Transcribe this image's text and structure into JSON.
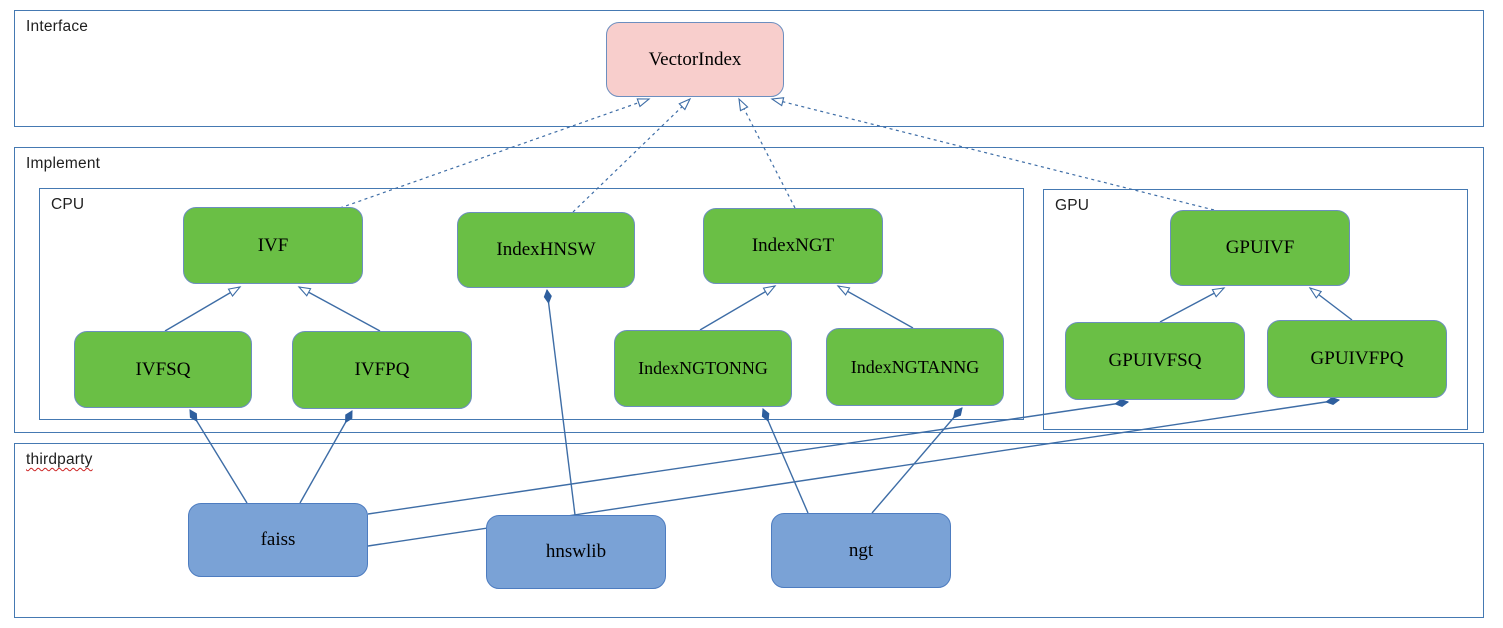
{
  "diagram": {
    "containers": {
      "interface": {
        "label": "Interface"
      },
      "implement": {
        "label": "Implement"
      },
      "cpu": {
        "label": "CPU"
      },
      "gpu": {
        "label": "GPU"
      },
      "thirdparty": {
        "label": "thirdparty",
        "misspelled": true
      }
    },
    "nodes": {
      "vectorindex": {
        "label": "VectorIndex",
        "kind": "interface"
      },
      "ivf": {
        "label": "IVF",
        "kind": "implementation"
      },
      "indexhnsw": {
        "label": "IndexHNSW",
        "kind": "implementation"
      },
      "indexngt": {
        "label": "IndexNGT",
        "kind": "implementation"
      },
      "gpuivf": {
        "label": "GPUIVF",
        "kind": "implementation"
      },
      "ivfsq": {
        "label": "IVFSQ",
        "kind": "implementation"
      },
      "ivfpq": {
        "label": "IVFPQ",
        "kind": "implementation"
      },
      "indexngtonng": {
        "label": "IndexNGTONNG",
        "kind": "implementation"
      },
      "indexngtanng": {
        "label": "IndexNGTANNG",
        "kind": "implementation"
      },
      "gpuivfsq": {
        "label": "GPUIVFSQ",
        "kind": "implementation"
      },
      "gpuivfpq": {
        "label": "GPUIVFPQ",
        "kind": "implementation"
      },
      "faiss": {
        "label": "faiss",
        "kind": "thirdparty-lib"
      },
      "hnswlib": {
        "label": "hnswlib",
        "kind": "thirdparty-lib"
      },
      "ngt": {
        "label": "ngt",
        "kind": "thirdparty-lib"
      }
    },
    "edges": [
      {
        "from": "ivf",
        "to": "vectorindex",
        "type": "realization"
      },
      {
        "from": "indexhnsw",
        "to": "vectorindex",
        "type": "realization"
      },
      {
        "from": "indexngt",
        "to": "vectorindex",
        "type": "realization"
      },
      {
        "from": "gpuivf",
        "to": "vectorindex",
        "type": "realization"
      },
      {
        "from": "ivfsq",
        "to": "ivf",
        "type": "generalization"
      },
      {
        "from": "ivfpq",
        "to": "ivf",
        "type": "generalization"
      },
      {
        "from": "indexngtonng",
        "to": "indexngt",
        "type": "generalization"
      },
      {
        "from": "indexngtanng",
        "to": "indexngt",
        "type": "generalization"
      },
      {
        "from": "gpuivfsq",
        "to": "gpuivf",
        "type": "generalization"
      },
      {
        "from": "gpuivfpq",
        "to": "gpuivf",
        "type": "generalization"
      },
      {
        "from": "faiss",
        "to": "ivfsq",
        "type": "composition"
      },
      {
        "from": "faiss",
        "to": "ivfpq",
        "type": "composition"
      },
      {
        "from": "hnswlib",
        "to": "indexhnsw",
        "type": "composition"
      },
      {
        "from": "ngt",
        "to": "indexngtonng",
        "type": "composition"
      },
      {
        "from": "ngt",
        "to": "indexngtanng",
        "type": "composition"
      },
      {
        "from": "faiss",
        "to": "gpuivfsq",
        "type": "composition"
      },
      {
        "from": "faiss",
        "to": "gpuivfpq",
        "type": "composition"
      }
    ],
    "colors": {
      "edge_line": "#3e6da6",
      "container_border": "#4579b2",
      "node_border": "#6c8ebf",
      "implementation_fill": "#6abf45",
      "interface_fill": "#f8cecc",
      "thirdparty_fill": "#7aa2d6",
      "thirdparty_border": "#4d7cc0",
      "squiggle": "#cc2222"
    }
  }
}
